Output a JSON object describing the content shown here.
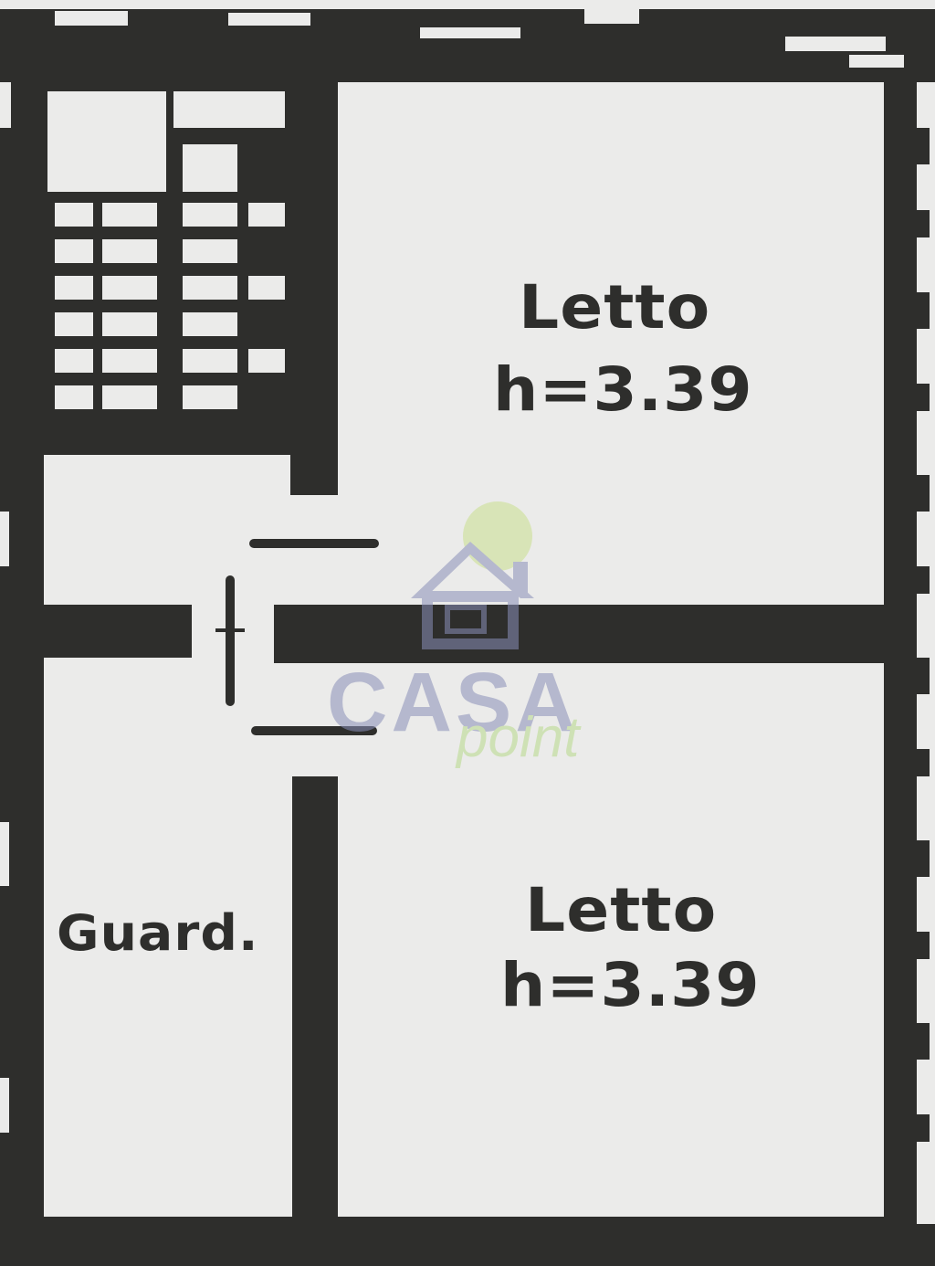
{
  "rooms": {
    "bedroom_top": {
      "name": "Letto",
      "height": "h=3.39"
    },
    "bedroom_bottom": {
      "name": "Letto",
      "height": "h=3.39"
    },
    "closet": {
      "name": "Guard."
    }
  },
  "watermark": {
    "brand": "CASA",
    "sub": "point",
    "colors": {
      "brand": "#8a8fb8",
      "accent": "#b8d98a"
    }
  },
  "colors": {
    "wall": "#2e2e2c",
    "paper": "#ebebea"
  }
}
